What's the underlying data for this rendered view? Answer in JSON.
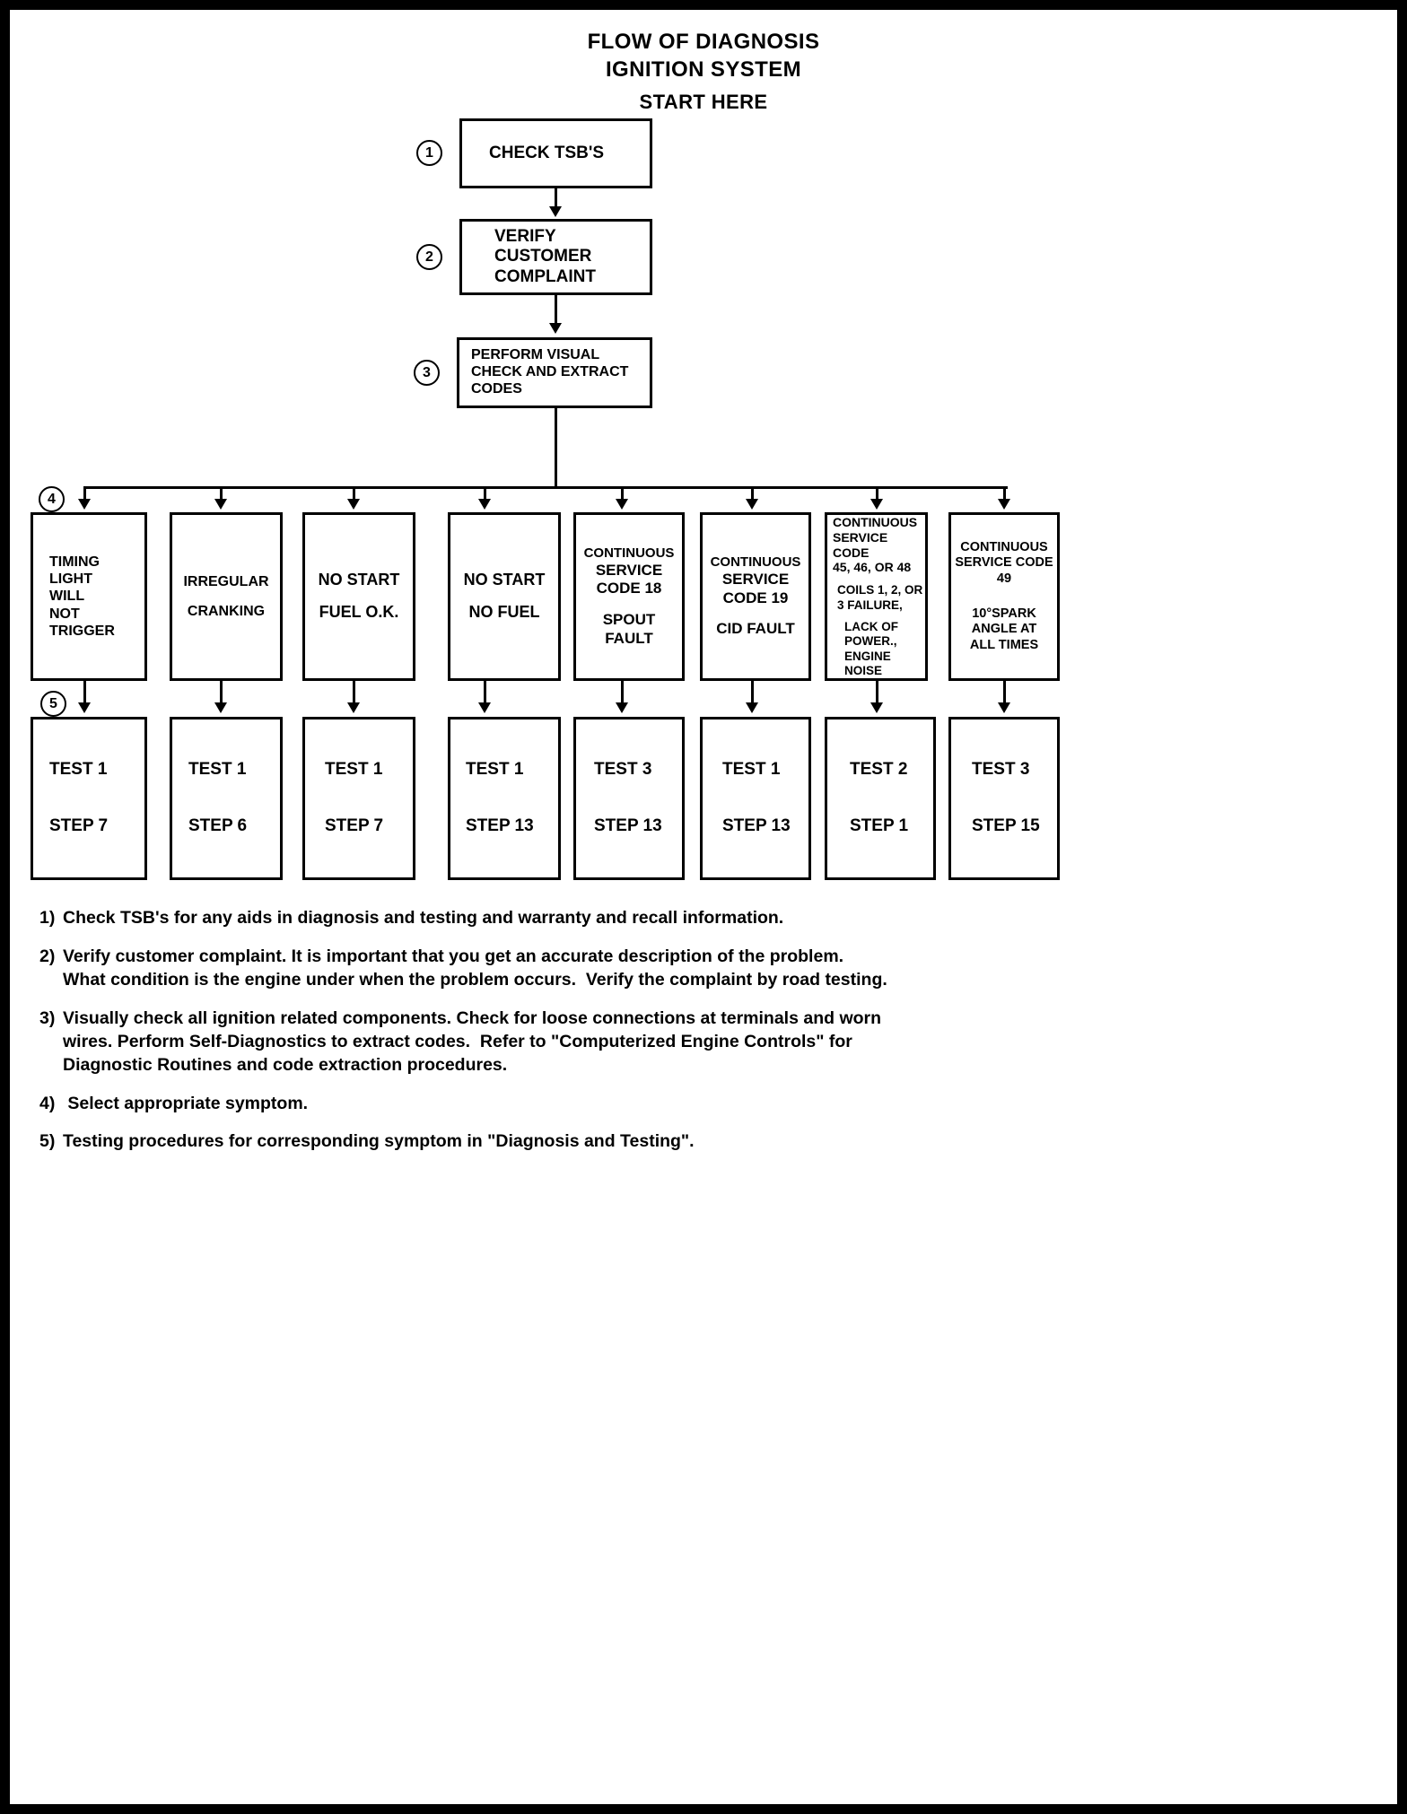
{
  "title": {
    "line1": "FLOW OF DIAGNOSIS",
    "line2": "IGNITION SYSTEM",
    "line3": "START HERE"
  },
  "step_markers": {
    "one": "1",
    "two": "2",
    "three": "3",
    "four": "4",
    "five": "5"
  },
  "flow": {
    "step1": {
      "lines": [
        "CHECK TSB'S"
      ]
    },
    "step2": {
      "lines": [
        "VERIFY",
        "CUSTOMER",
        "COMPLAINT"
      ]
    },
    "step3": {
      "lines": [
        "PERFORM VISUAL",
        "CHECK AND EXTRACT",
        "CODES"
      ]
    }
  },
  "symptoms": [
    {
      "id": "timing-light",
      "lines": [
        "TIMING",
        "LIGHT",
        "WILL",
        "NOT",
        "TRIGGER"
      ]
    },
    {
      "id": "irregular-cranking",
      "lines": [
        "IRREGULAR",
        "",
        "CRANKING"
      ]
    },
    {
      "id": "no-start-fuel-ok",
      "lines": [
        "NO START",
        "",
        "FUEL O.K."
      ]
    },
    {
      "id": "no-start-no-fuel",
      "lines": [
        "NO START",
        "",
        "NO FUEL"
      ]
    },
    {
      "id": "code-18-spout",
      "lines": [
        "CONTINUOUS",
        "SERVICE",
        "CODE 18",
        "",
        "SPOUT",
        "FAULT"
      ]
    },
    {
      "id": "code-19-cid",
      "lines": [
        "CONTINUOUS",
        "SERVICE",
        "CODE 19",
        "",
        "CID FAULT"
      ]
    },
    {
      "id": "code-45-46-48",
      "lines": [
        "CONTINUOUS",
        "SERVICE CODE",
        "45, 46, OR 48",
        "",
        "COILS 1, 2, OR",
        "3 FAILURE,",
        "",
        "LACK OF",
        "POWER.,",
        "ENGINE",
        "NOISE"
      ]
    },
    {
      "id": "code-49-spark-angle",
      "lines": [
        "CONTINUOUS",
        "SERVICE CODE",
        "49",
        "",
        "10°SPARK",
        "ANGLE AT",
        "ALL TIMES"
      ]
    }
  ],
  "tests": [
    {
      "id": "test-1-step-7",
      "test": "TEST 1",
      "step": "STEP 7"
    },
    {
      "id": "test-1-step-6",
      "test": "TEST 1",
      "step": "STEP 6"
    },
    {
      "id": "test-1-step-7b",
      "test": "TEST 1",
      "step": "STEP 7"
    },
    {
      "id": "test-1-step-13",
      "test": "TEST 1",
      "step": "STEP 13"
    },
    {
      "id": "test-3-step-13",
      "test": "TEST 3",
      "step": "STEP 13"
    },
    {
      "id": "test-1-step-13b",
      "test": "TEST 1",
      "step": "STEP 13"
    },
    {
      "id": "test-2-step-1",
      "test": "TEST 2",
      "step": "STEP 1"
    },
    {
      "id": "test-3-step-15",
      "test": "TEST 3",
      "step": "STEP 15"
    }
  ],
  "notes": [
    {
      "num": "1)",
      "lines": [
        "Check TSB's for any aids in diagnosis and testing and warranty and recall information."
      ]
    },
    {
      "num": "2)",
      "lines": [
        "Verify customer complaint. It is important that you get an accurate description of the problem.",
        "What condition is the engine under when the problem occurs.  Verify the complaint by road testing."
      ]
    },
    {
      "num": "3)",
      "lines": [
        "Visually check all ignition related components. Check for loose connections at terminals and worn",
        "wires. Perform Self-Diagnostics to extract codes.  Refer to \"Computerized Engine Controls\" for",
        "Diagnostic Routines and code extraction procedures."
      ]
    },
    {
      "num": "4)",
      "lines": [
        " Select appropriate symptom."
      ]
    },
    {
      "num": "5)",
      "lines": [
        "Testing procedures for corresponding symptom in \"Diagnosis and Testing\"."
      ]
    }
  ]
}
